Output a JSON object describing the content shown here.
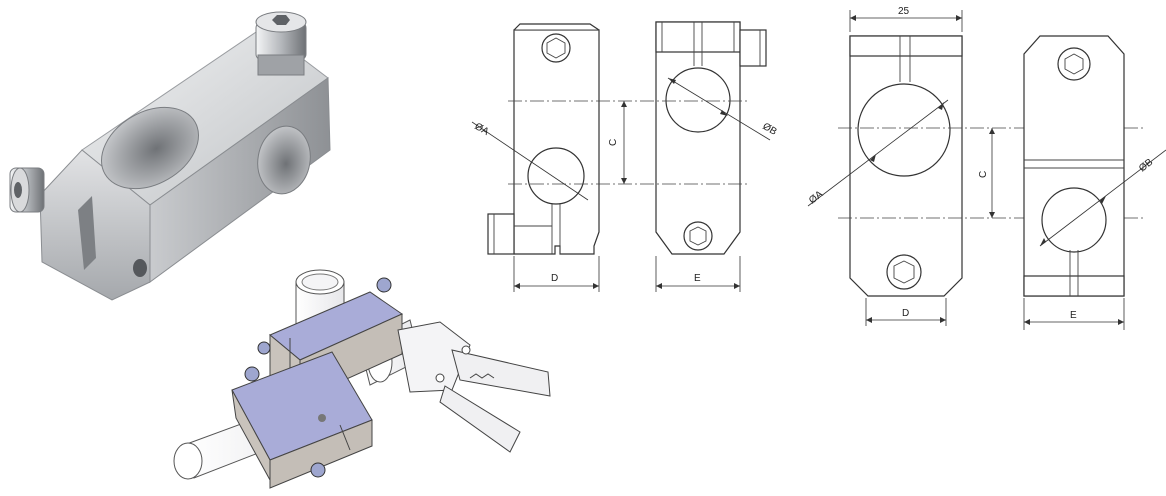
{
  "drawings": {
    "small_front": {
      "dia_a": "ØA",
      "c": "C",
      "d": "D"
    },
    "small_side": {
      "dia_b": "ØB",
      "e": "E"
    },
    "large_front": {
      "top_width": "25",
      "dia_a": "ØA",
      "c": "C",
      "d": "D"
    },
    "large_side": {
      "dia_b": "ØB",
      "e": "E"
    }
  },
  "colors": {
    "metal_light": "#d9dadc",
    "metal_dark": "#8f9296",
    "clamp_blue": "#a9acd8",
    "clamp_grey": "#c9c3bc",
    "line": "#333333"
  },
  "icons": {
    "photo": "metal-tube-clamp-photo",
    "assembly": "clamp-assembly-render"
  }
}
